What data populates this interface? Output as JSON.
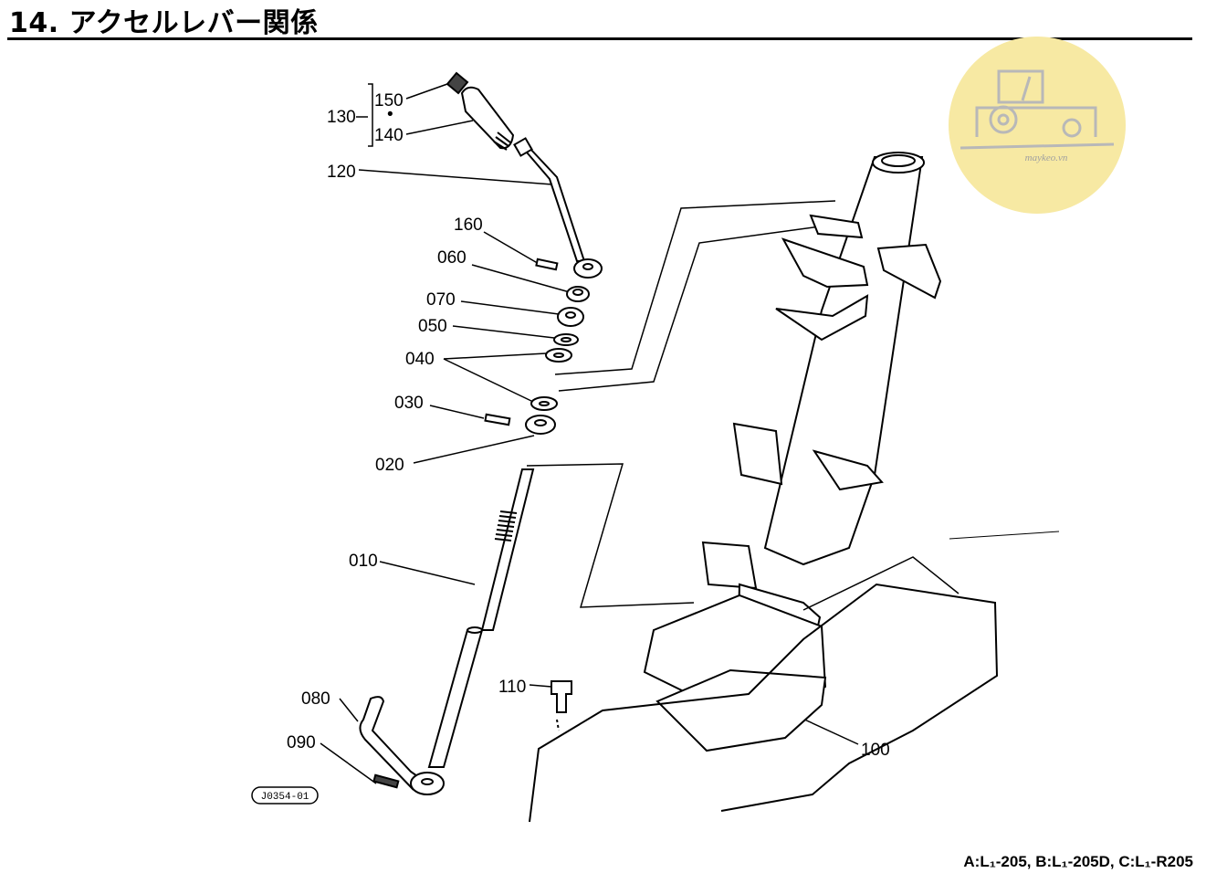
{
  "header": {
    "title": "14. アクセルレバー関係"
  },
  "watermark": {
    "icon": "tractor-icon",
    "text": "maykeo.vn",
    "color": "#f7e9a3"
  },
  "figure": {
    "code": "J0354-01",
    "callouts": {
      "p130": "130",
      "p150": "150",
      "p140": "140",
      "p120": "120",
      "p160": "160",
      "p060": "060",
      "p070": "070",
      "p050": "050",
      "p040": "040",
      "p030": "030",
      "p020": "020",
      "p010": "010",
      "p110": "110",
      "p080": "080",
      "p090": "090",
      "p100": "100"
    }
  },
  "footer": {
    "models": "A:L₁-205, B:L₁-205D, C:L₁-R205"
  }
}
